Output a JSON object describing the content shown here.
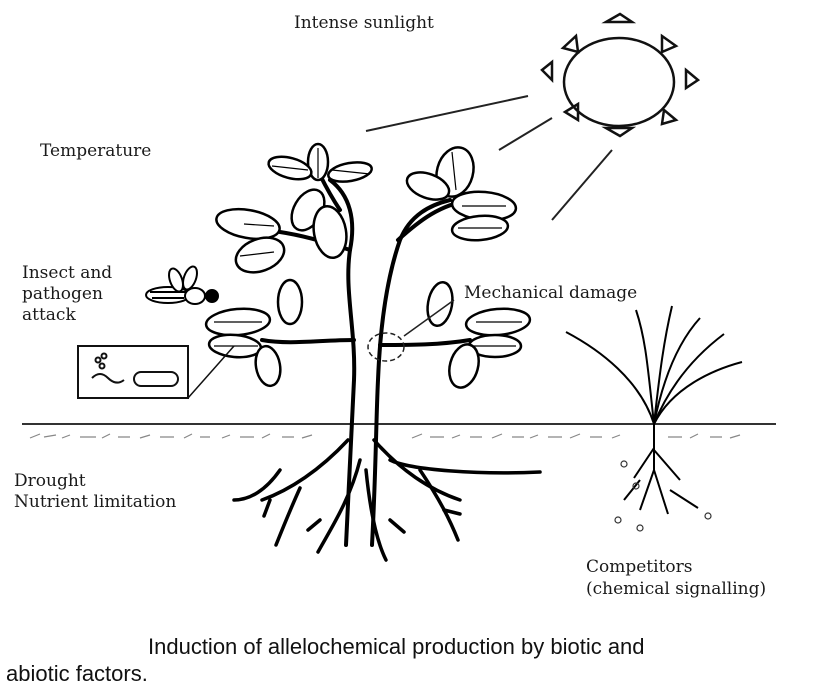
{
  "labels": {
    "sunlight": "Intense sunlight",
    "temperature": "Temperature",
    "insect_line1": "Insect and",
    "insect_line2": "pathogen",
    "insect_line3": "attack",
    "mechanical": "Mechanical damage",
    "drought": "Drought",
    "nutrient": "Nutrient limitation",
    "competitors_line1": "Competitors",
    "competitors_line2": "(chemical signalling)"
  },
  "caption": {
    "line1": "Induction of allelochemical production by biotic and",
    "line2": "abiotic factors."
  }
}
